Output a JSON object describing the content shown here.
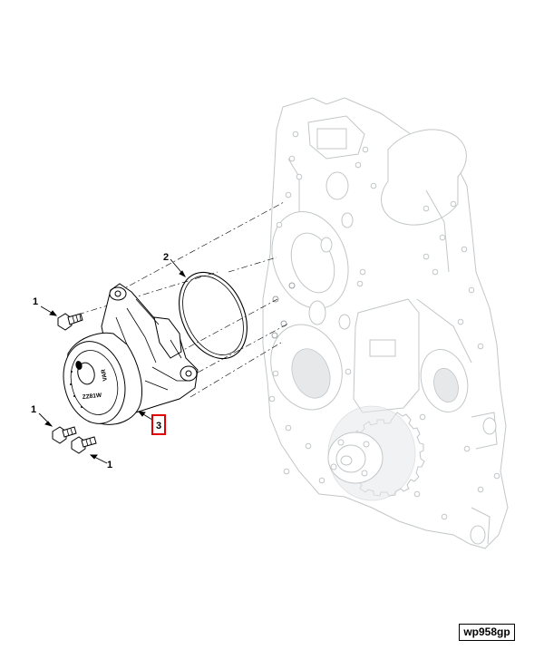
{
  "callouts": {
    "c1a": "1",
    "c1b": "1",
    "c1c": "1",
    "c2": "2",
    "c3": "3"
  },
  "pump_markings": {
    "rim_text_1": "VAR",
    "rim_text_2": "ZZ81W"
  },
  "figure_id": "wp958gp",
  "colors": {
    "highlight": "#e00000",
    "ghost_line": "#c2c6c8",
    "ink": "#000000"
  }
}
